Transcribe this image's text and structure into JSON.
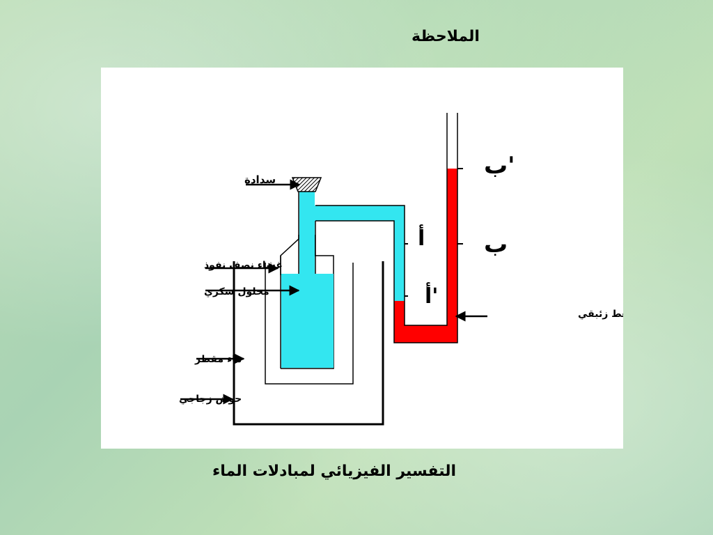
{
  "slide": {
    "title": "الملاحظة",
    "caption": "التفسير الفيزيائي لمبادلات الماء"
  },
  "labels": {
    "stopper": "سدادة",
    "membrane": "غشاء نصف نفوذ",
    "sugar_solution": "محلول سكري",
    "distilled_water": "ماء مقطر",
    "glass_basin": "حوض زجاجي",
    "manometer": "مقياس ضغط زئبقي",
    "level_b_prime": "'ب",
    "level_b": "ب",
    "level_a": "أ",
    "level_a_prime": "'أ"
  },
  "colors": {
    "sugar_solution": "#33e6f0",
    "mercury": "#ff0000",
    "outline": "#000000"
  }
}
